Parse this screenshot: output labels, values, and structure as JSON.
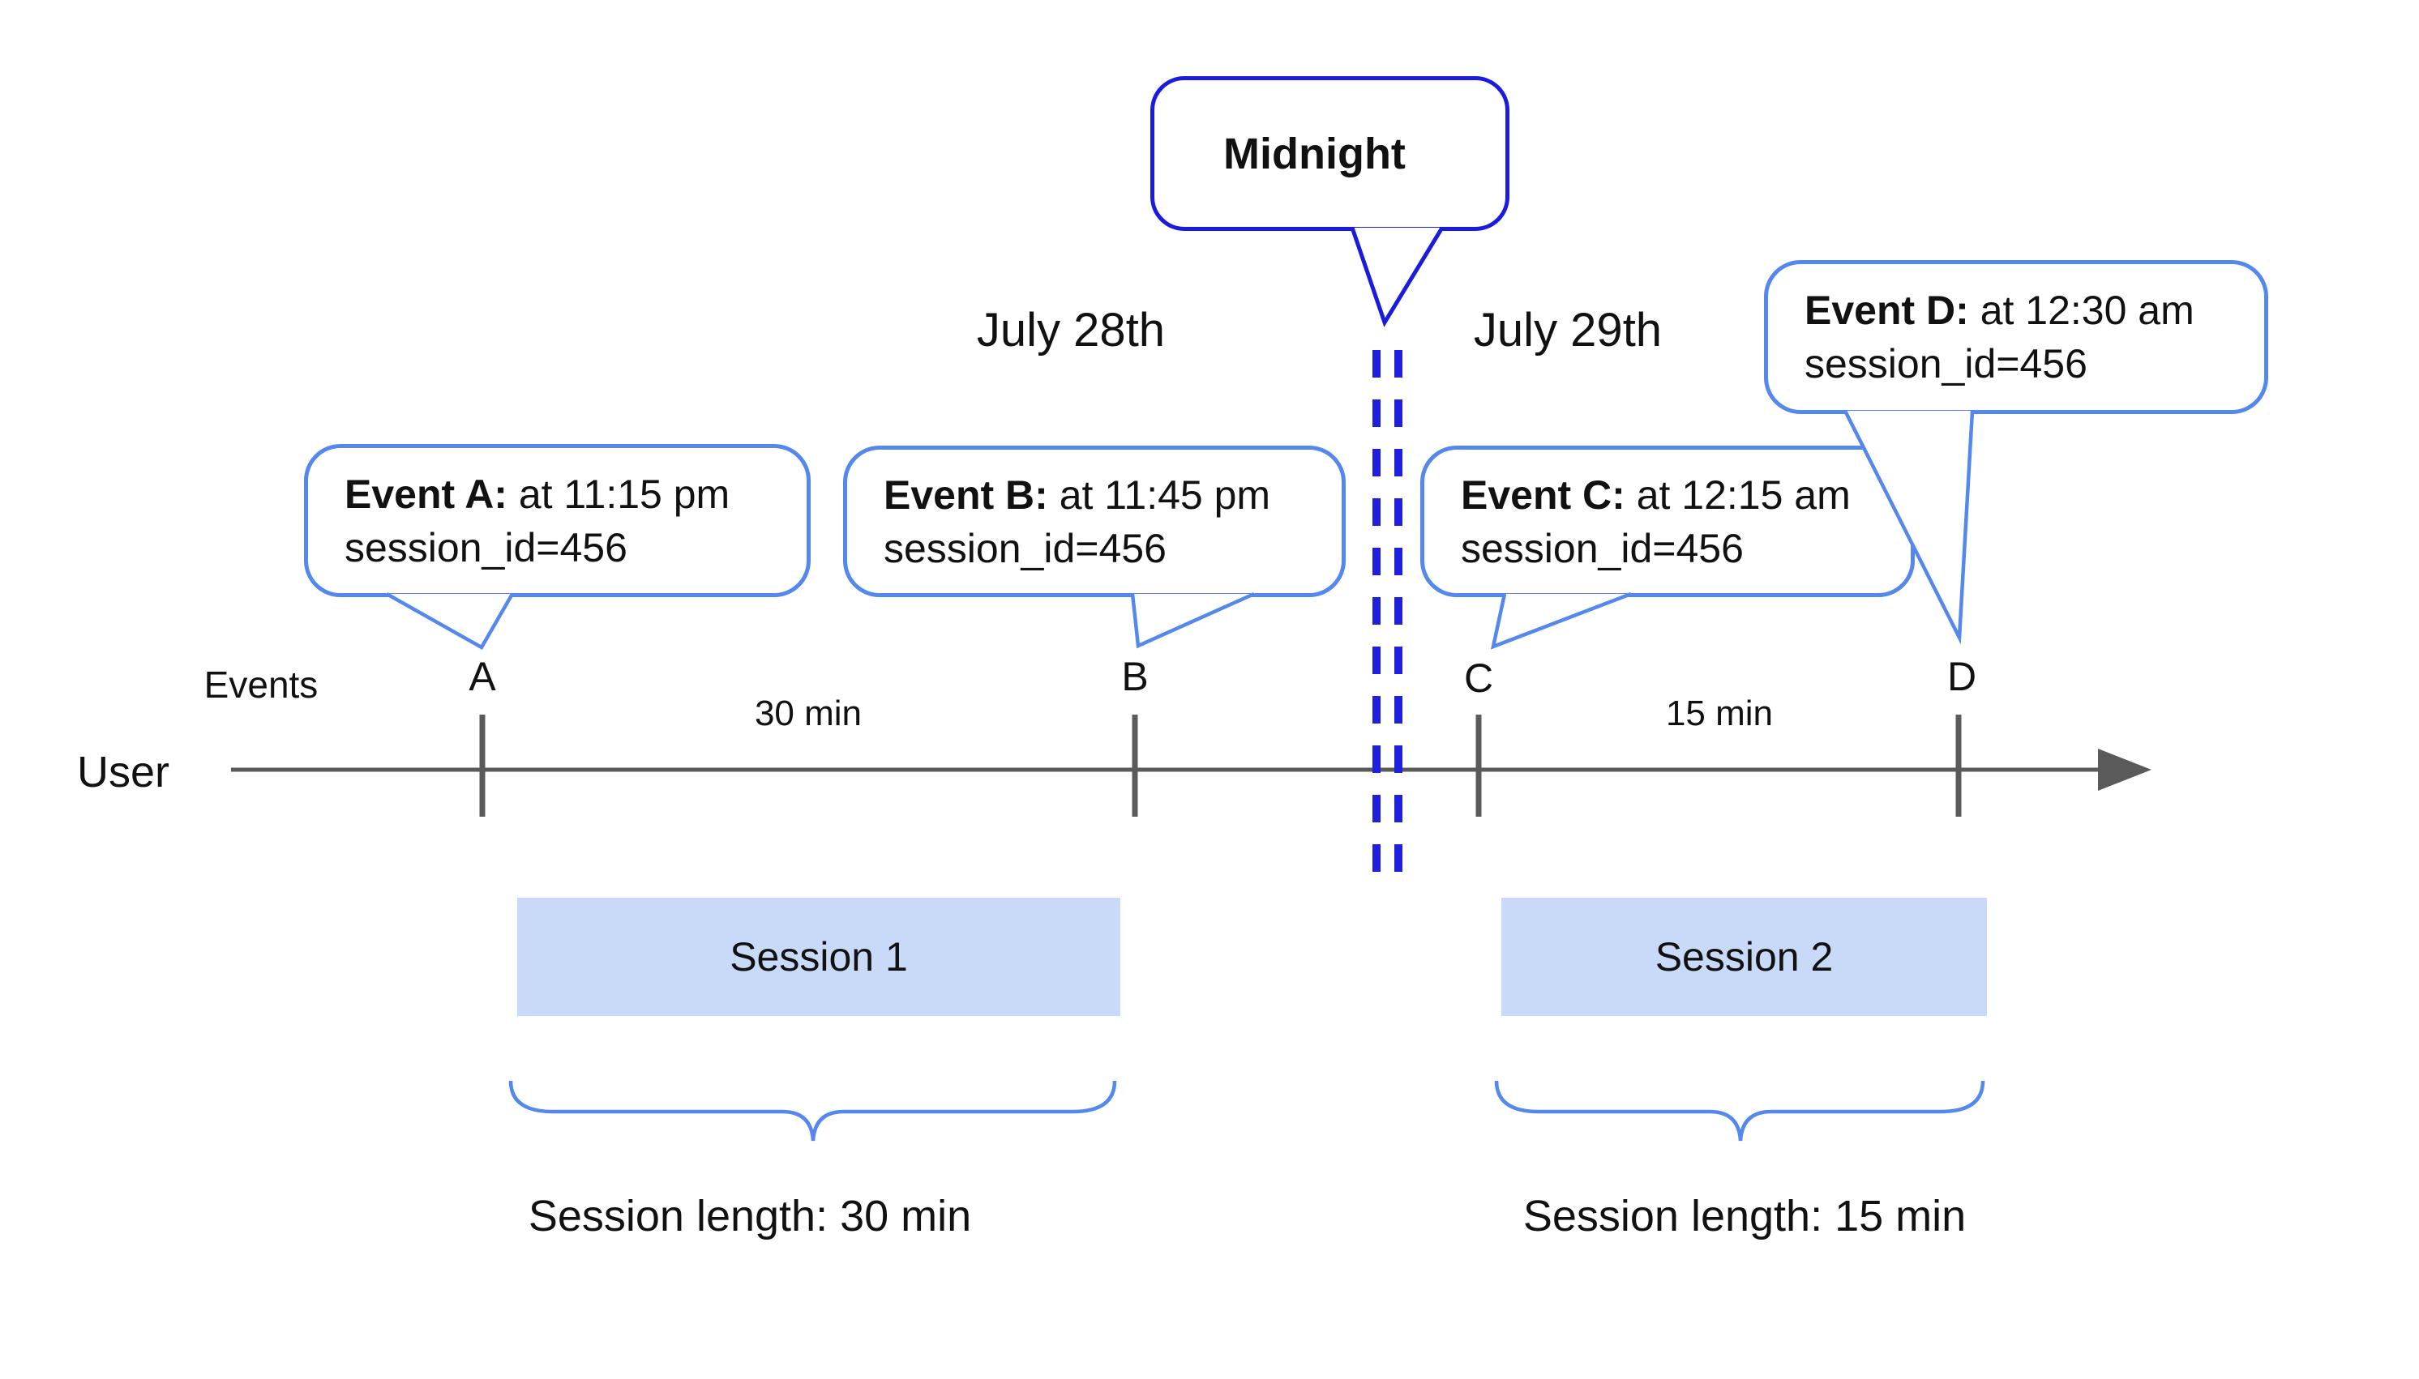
{
  "colors": {
    "callout_border_blue": "#5488ec",
    "midnight_border_blue": "#1b1bdd",
    "dashed_line_blue": "#1f1fe0",
    "session_box_fill": "#c9daf8",
    "axis_gray": "#5a5a5a",
    "text_black": "#111111"
  },
  "axis": {
    "events_label": "Events",
    "user_label": "User"
  },
  "dates": {
    "before_midnight": "July 28th",
    "after_midnight": "July 29th"
  },
  "midnight_callout": {
    "label": "Midnight"
  },
  "events": [
    {
      "marker": "A",
      "callout_bold": "Event A:",
      "callout_time": " at 11:15 pm",
      "callout_session": "session_id=456"
    },
    {
      "marker": "B",
      "callout_bold": "Event B:",
      "callout_time": " at 11:45 pm",
      "callout_session": "session_id=456"
    },
    {
      "marker": "C",
      "callout_bold": "Event C:",
      "callout_time": " at 12:15 am",
      "callout_session": "session_id=456"
    },
    {
      "marker": "D",
      "callout_bold": "Event D:",
      "callout_time": " at 12:30 am",
      "callout_session": "session_id=456"
    }
  ],
  "gaps": [
    {
      "label": "30 min"
    },
    {
      "label": "15 min"
    }
  ],
  "sessions": [
    {
      "label": "Session 1",
      "length_label": "Session length: 30 min"
    },
    {
      "label": "Session 2",
      "length_label": "Session length: 15 min"
    }
  ]
}
